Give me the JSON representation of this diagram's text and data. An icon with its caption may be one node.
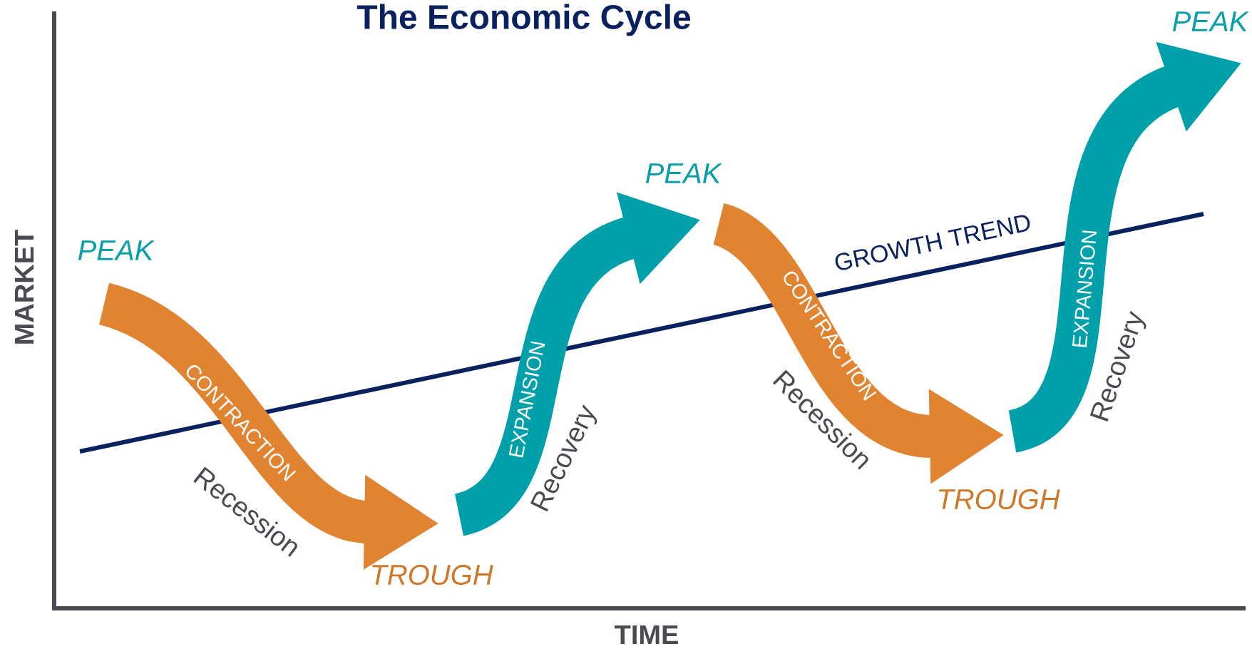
{
  "diagram": {
    "title": "The Economic Cycle",
    "labels": [
      "PEAK",
      "PEAK",
      "GROWTH TREND",
      "PEAK",
      "MARKET",
      "CONTRACTION",
      "CONTRACTION",
      "EXPANSION",
      "EXPANSION",
      "Recession",
      "Recovery",
      "Recession",
      "Recovery",
      "TROUGH",
      "TROUGH",
      "TIME"
    ]
  }
}
